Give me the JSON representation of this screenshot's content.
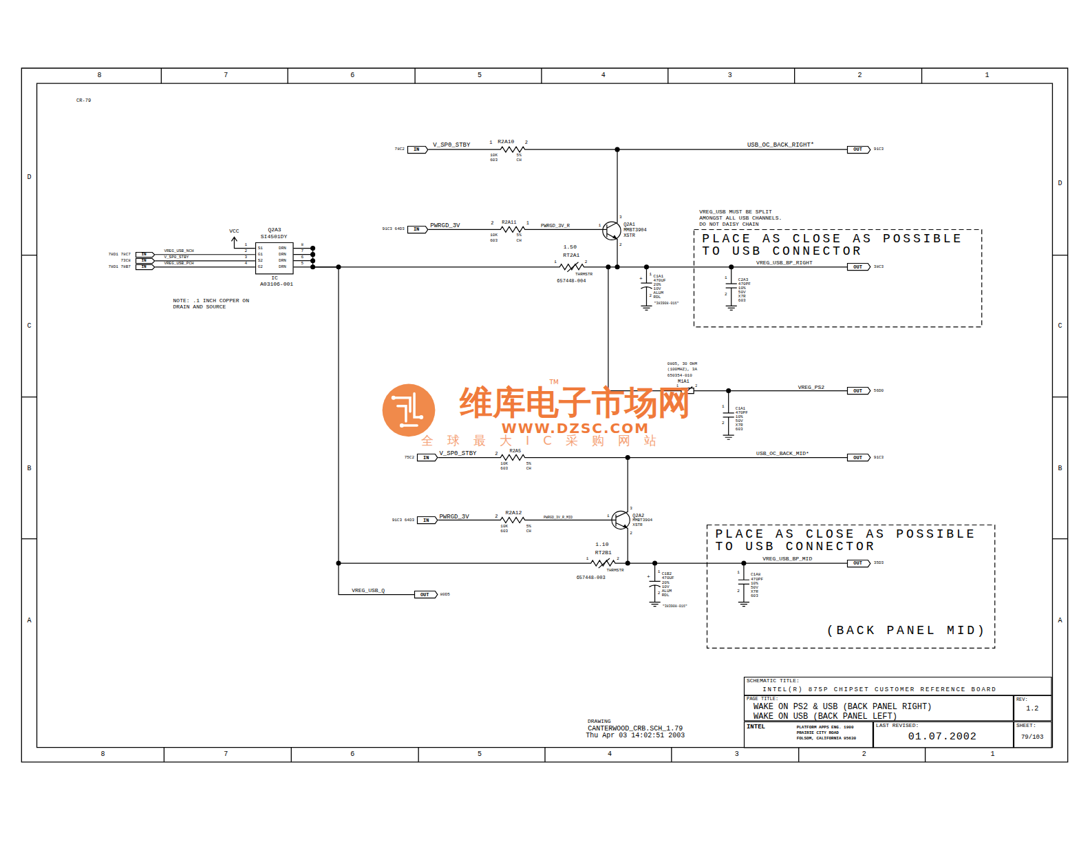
{
  "diagram": {
    "nodes": [
      {
        "text": [
          "IN"
        ]
      },
      {
        "text": [
          "OUT"
        ]
      },
      {
        "text": [
          "IN"
        ]
      },
      {
        "text": [
          "Q2A3",
          "SI4501DY",
          "S1 G1 S2 G2",
          "DRN DRN DRN DRN",
          "IC",
          "A03106-001"
        ]
      },
      {
        "text": [
          "IN"
        ]
      },
      {
        "text": [
          "IN"
        ]
      },
      {
        "text": [
          "IN"
        ]
      },
      {
        "text": [
          "PLACE AS CLOSE AS POSSIBLE TO USB CONNECTOR"
        ]
      },
      {
        "text": [
          "OUT"
        ],
        "in": 7
      },
      {
        "text": [
          "OUT"
        ]
      },
      {
        "text": [
          "IN"
        ]
      },
      {
        "text": [
          "OUT"
        ]
      },
      {
        "text": [
          "IN"
        ]
      },
      {
        "text": [
          "PLACE AS CLOSE AS POSSIBLE TO USB CONNECTOR",
          "(BACK PANEL MID)"
        ]
      },
      {
        "text": [
          "OUT"
        ],
        "in": 13
      },
      {
        "text": [
          "OUT"
        ]
      },
      {
        "text": [
          "SCHEMATIC TITLE:",
          "INTEL(R) 875P CHIPSET CUSTOMER REFERENCE BOARD"
        ]
      },
      {
        "text": [
          "PAGE TITLE:",
          "WAKE ON PS2 & USB (BACK PANEL RIGHT)",
          "WAKE ON USB (BACK PANEL LEFT)"
        ]
      },
      {
        "text": [
          "REV:",
          "1.2"
        ]
      },
      {
        "text": [
          "INTEL",
          "PLATFORM APPS ENG. 1900 PRAIRIE CITY ROAD FOLSOM, CALIFORNIA 95630"
        ]
      },
      {
        "text": [
          "LAST REVISED:",
          "01.07.2002"
        ]
      },
      {
        "text": [
          "SHEET:",
          "79/103"
        ]
      }
    ],
    "edges": [
      {
        "from": 4,
        "to": 3,
        "arrow": "none",
        "label": "VREG_USB_NCH"
      },
      {
        "from": 5,
        "to": 3,
        "arrow": "none",
        "label": "V_SP0_STBY"
      },
      {
        "from": 6,
        "to": 3,
        "arrow": "none",
        "label": "VREG_USB_PCH"
      },
      {
        "from": 3,
        "to": 15,
        "arrow": "none",
        "label": "VREG_USB_Q"
      }
    ],
    "labels": [
      "8",
      "7",
      "6",
      "5",
      "4",
      "3",
      "2",
      "1",
      "8",
      "7",
      "6",
      "5",
      "4",
      "3",
      "2",
      "1",
      "D",
      "C",
      "B",
      "A",
      "D",
      "C",
      "B",
      "A",
      "CR-79",
      "78C2",
      "V_SP0_STBY",
      "1",
      "R2A10",
      "2",
      "10K",
      "603",
      "5%",
      "CH",
      "USB_OC_BACK_RIGHT*",
      "91C3",
      "91C3 64D3",
      "PWRGD_3V",
      "2",
      "R2A11",
      "1",
      "10K",
      "603",
      "5%",
      "CH",
      "PWRGD_3V_R",
      "3",
      "Q2A1",
      "MMBT3904",
      "XSTR",
      "1",
      "2",
      "VREG_USB MUST BE SPLIT AMONGST ALL USB CHANNELS. DO NOT DAISY CHAIN",
      "VCC",
      "1",
      "2",
      "3",
      "4",
      "8",
      "7",
      "6",
      "5",
      "78D1 78C7",
      "73C8",
      "78D1 78B7",
      "NOTE: .1 INCH COPPER ON DRAIN AND SOURCE",
      "1.50",
      "RT2A1",
      "1",
      "2",
      "THRMSTR",
      "657448-004",
      "+",
      "1",
      "C1A1",
      "470UF",
      "20%",
      "10V",
      "ALUM",
      "RDL",
      "2",
      "\"383908-016\"",
      "1",
      "C2A3",
      "470PF",
      "10%",
      "50V",
      "X7R",
      "603",
      "2",
      "VREG_USB_BP_RIGHT",
      "38C3",
      "0805, 30 OHM",
      "(100MHZ), 3A",
      "650354-010",
      "M1A1",
      "1",
      "2",
      "1",
      "C1A1",
      "470PF",
      "10%",
      "50V",
      "X7R",
      "603",
      "2",
      "VREG_PS2",
      "56D0",
      "TM",
      "维库电子市场网",
      "WWW.DZSC.COM",
      "全球最大IC采购网站",
      "75C2",
      "V_SP0_STBY",
      "2",
      "R2A5",
      "10K",
      "603",
      "5%",
      "CH",
      "USB_OC_BACK_MID*",
      "91C3",
      "91C3 64D3",
      "PWRGD_3V",
      "2",
      "R2A12",
      "10K",
      "603",
      "5%",
      "CH",
      "PWRGD_3V_R_MID",
      "1",
      "3",
      "Q2A2",
      "MMBT3904",
      "XSTR",
      "2",
      "1.10",
      "RT2B1",
      "1",
      "2",
      "THRMSTR",
      "657448-003",
      "+",
      "1",
      "C1B2",
      "470UF",
      "20%",
      "10V",
      "ALUM",
      "RDL",
      "2",
      "\"383908-016\"",
      "1",
      "C1A8",
      "470PF",
      "10%",
      "50V",
      "X7R",
      "603",
      "2",
      "VREG_USB_BP_MID",
      "35D3",
      "80D5",
      "DRAWING",
      "CANTERWOOD_CRB.SCH_1.79",
      "Thu Apr 03 14:02:51 2003"
    ]
  }
}
